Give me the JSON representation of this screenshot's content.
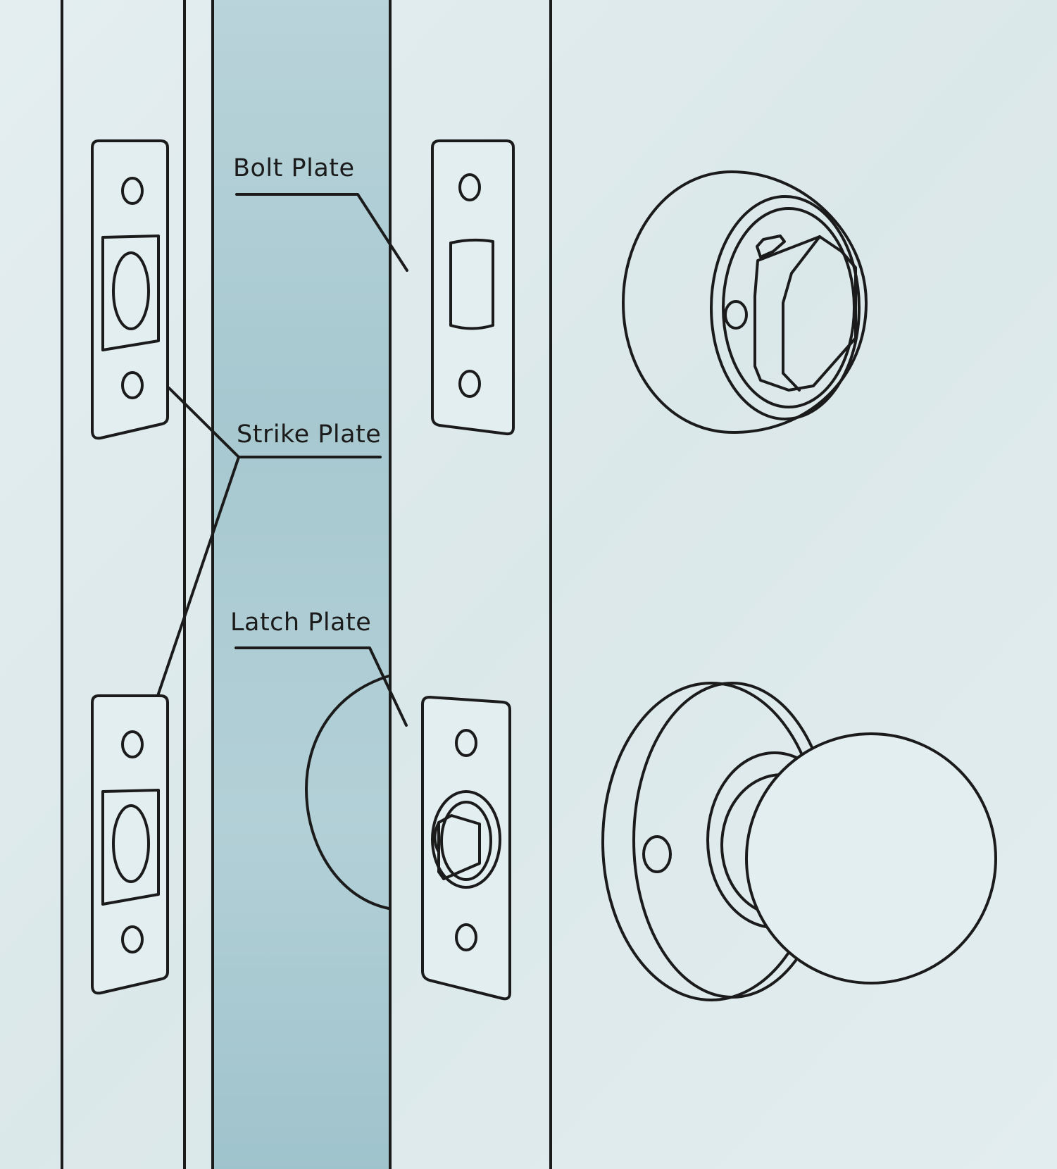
{
  "labels": {
    "bolt_plate": "Bolt Plate",
    "strike_plate": "Strike Plate",
    "latch_plate": "Latch Plate"
  },
  "colors": {
    "background": "#dde9eb",
    "door_edge": "#a9cad2",
    "ink": "#1b1b1b"
  }
}
